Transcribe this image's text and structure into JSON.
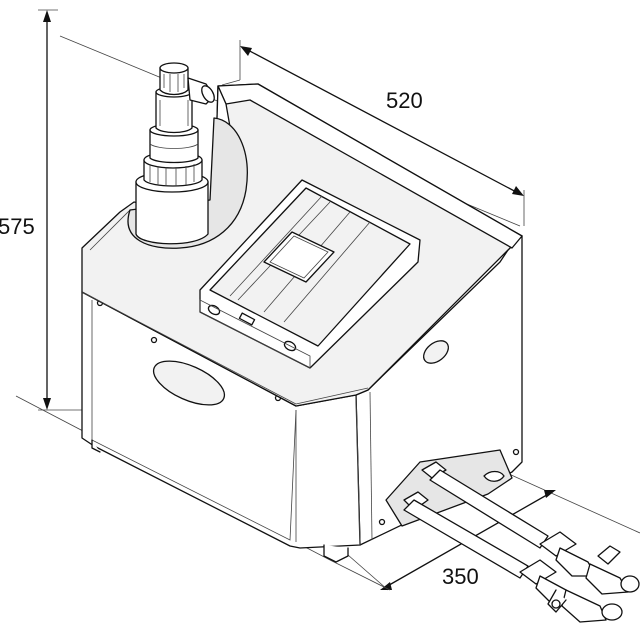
{
  "dimensions": {
    "height": "575",
    "width": "520",
    "depth": "350"
  },
  "colors": {
    "line": "#111111",
    "background": "#ffffff"
  }
}
